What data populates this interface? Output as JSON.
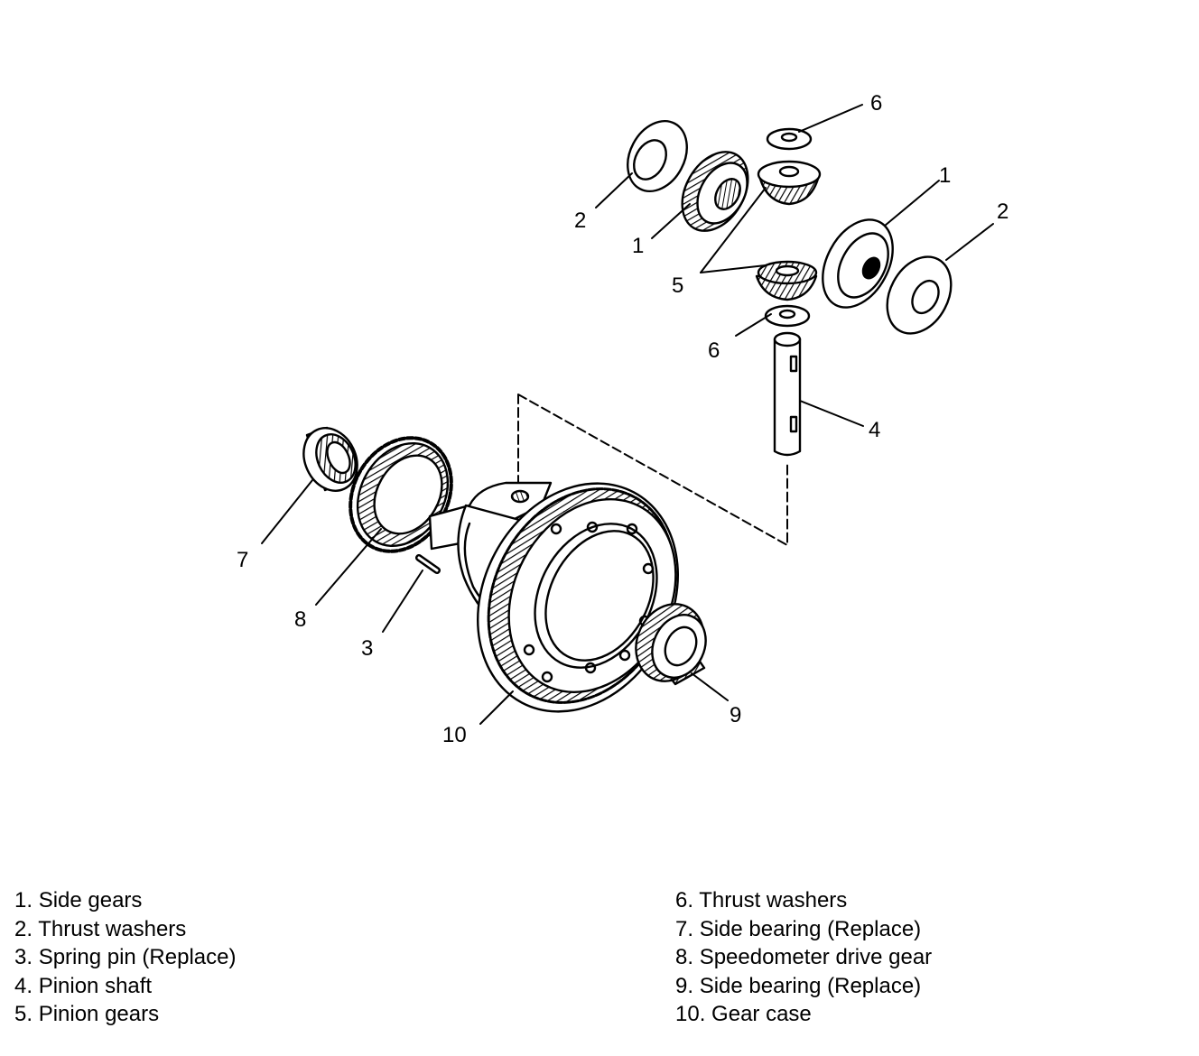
{
  "callouts": {
    "c2a": "2",
    "c1a": "1",
    "c6a": "6",
    "c1b": "1",
    "c2b": "2",
    "c5": "5",
    "c6b": "6",
    "c4": "4",
    "c7": "7",
    "c8": "8",
    "c3": "3",
    "c10": "10",
    "c9": "9"
  },
  "legend": {
    "left": [
      {
        "num": "1.",
        "text": "Side gears"
      },
      {
        "num": "2.",
        "text": "Thrust washers"
      },
      {
        "num": "3.",
        "text": "Spring pin (Replace)"
      },
      {
        "num": "4.",
        "text": "Pinion shaft"
      },
      {
        "num": "5.",
        "text": "Pinion gears"
      }
    ],
    "right": [
      {
        "num": "6.",
        "text": "Thrust washers"
      },
      {
        "num": "7.",
        "text": "Side bearing (Replace)"
      },
      {
        "num": "8.",
        "text": "Speedometer drive gear"
      },
      {
        "num": "9.",
        "text": "Side bearing (Replace)"
      },
      {
        "num": "10.",
        "text": "Gear case"
      }
    ]
  }
}
